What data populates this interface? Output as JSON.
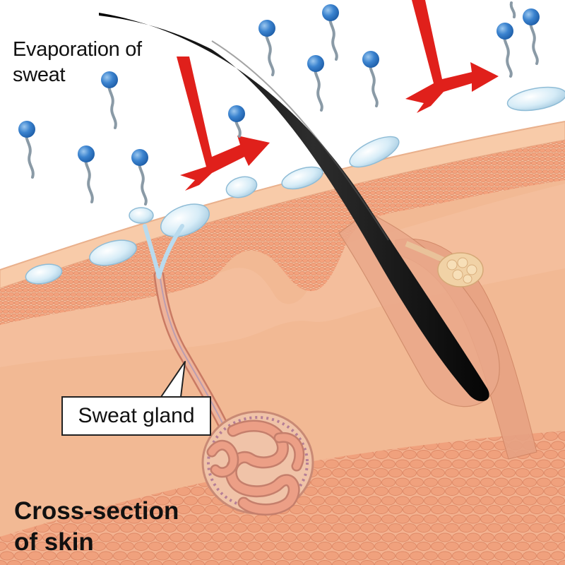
{
  "labels": {
    "evaporation_line1": "Evaporation of",
    "evaporation_line2": "sweat",
    "sweat_gland": "Sweat gland",
    "title_line1": "Cross-section",
    "title_line2": "of skin"
  },
  "colors": {
    "epidermis": "#f3bf9d",
    "dermis": "#f2b891",
    "cell_fill": "#f4a47e",
    "cell_stroke": "#e08b68",
    "muscle": "#e8a383",
    "hair": "#141414",
    "arrow": "#e0201b",
    "molecule_head": "#2f78c8",
    "molecule_tail": "#8a9aa6",
    "droplet": "#cfe8f5",
    "gland_tube": "#e6a08a"
  },
  "icons": {
    "water_molecule": "water-molecule-icon",
    "heat_arrow": "red-arrow-icon",
    "sweat_droplet": "sweat-droplet-icon"
  }
}
